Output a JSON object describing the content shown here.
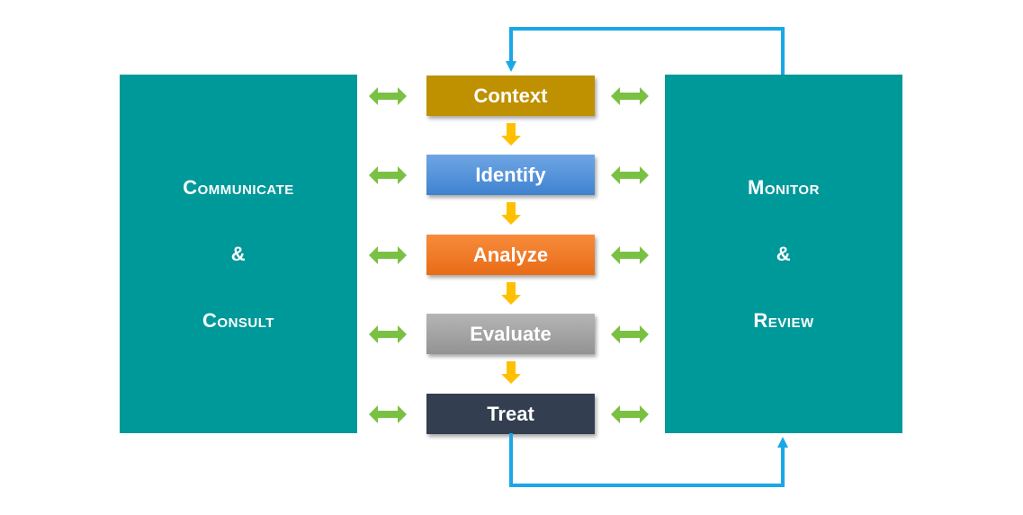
{
  "left_box": {
    "line1": "Communicate",
    "amp": "&",
    "line3": "Consult"
  },
  "right_box": {
    "line1": "Monitor",
    "amp": "&",
    "line3": "Review"
  },
  "steps": [
    {
      "label": "Context"
    },
    {
      "label": "Identify"
    },
    {
      "label": "Analyze"
    },
    {
      "label": "Evaluate"
    },
    {
      "label": "Treat"
    }
  ],
  "colors": {
    "side_boxes": "#00999a",
    "context": "#bf9000",
    "identify": "#4a8ed8",
    "analyze": "#f07a26",
    "evaluate": "#a5a5a5",
    "treat": "#333f50",
    "double_arrow": "#7ac143",
    "down_arrow": "#ffc000",
    "loop_line": "#1aa7e8"
  }
}
